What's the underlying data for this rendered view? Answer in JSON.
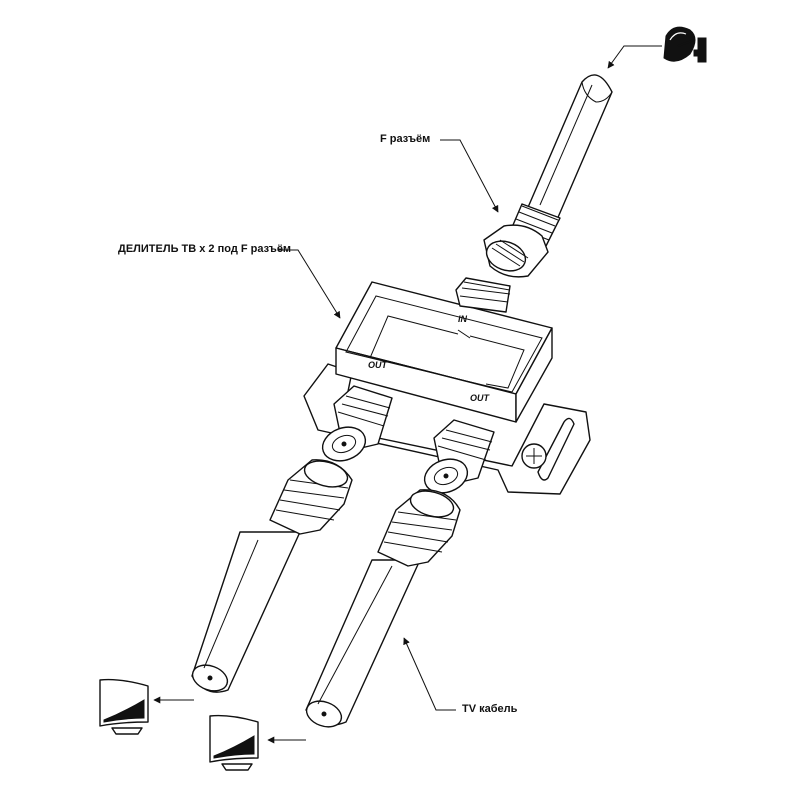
{
  "labels": {
    "f_connector": "F разъём",
    "splitter": "ДЕЛИТЕЛЬ ТВ х 2 под F разъём",
    "tv_cable": "TV кабель"
  },
  "ports": {
    "input": "IN",
    "output_left": "OUT",
    "output_right": "OUT"
  },
  "icons": {
    "source": "satellite-dish-icon",
    "output_left": "tv-icon",
    "output_right": "tv-icon"
  }
}
